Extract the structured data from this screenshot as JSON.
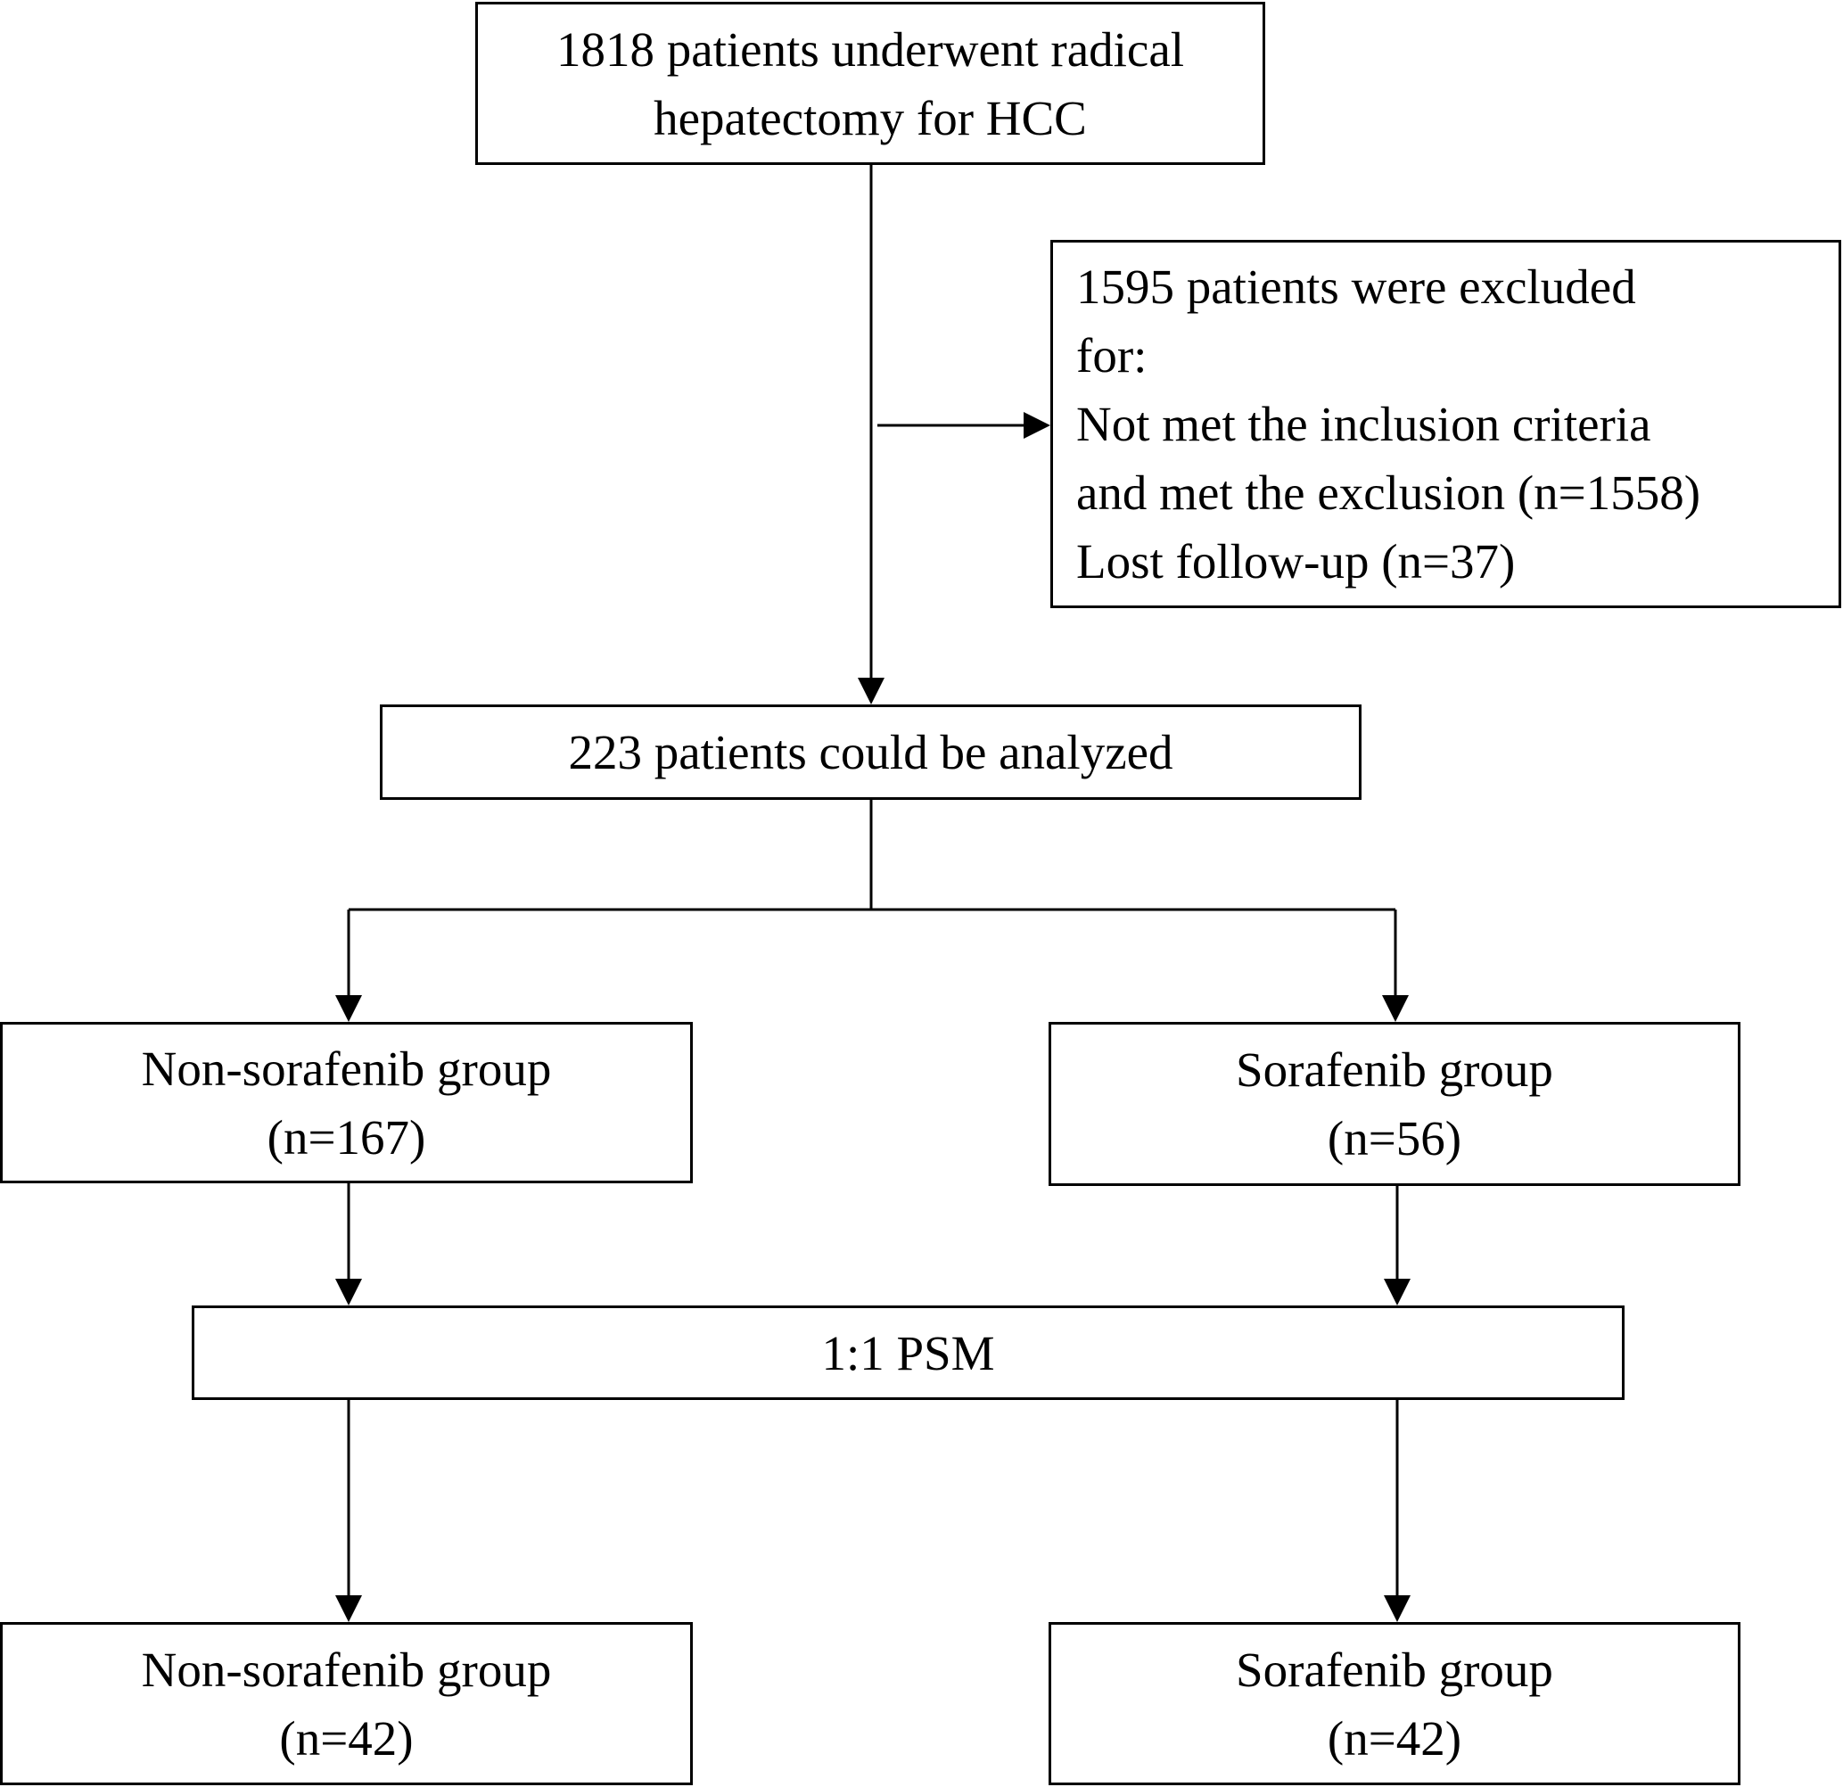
{
  "boxes": {
    "start": {
      "lines": [
        "1818 patients underwent radical",
        "hepatectomy for HCC"
      ]
    },
    "excluded": {
      "lines": [
        "1595 patients were excluded",
        "for:",
        "Not met the inclusion criteria",
        "and met the exclusion (n=1558)",
        "Lost follow-up (n=37)"
      ]
    },
    "analyzed": {
      "lines": [
        "223 patients could be analyzed"
      ]
    },
    "non_sorafenib_pre": {
      "lines": [
        "Non-sorafenib group",
        "(n=167)"
      ]
    },
    "sorafenib_pre": {
      "lines": [
        "Sorafenib group",
        "(n=56)"
      ]
    },
    "psm": {
      "lines": [
        "1:1 PSM"
      ]
    },
    "non_sorafenib_post": {
      "lines": [
        "Non-sorafenib group",
        "(n=42)"
      ]
    },
    "sorafenib_post": {
      "lines": [
        "Sorafenib group",
        "(n=42)"
      ]
    }
  },
  "colors": {
    "stroke": "#000000",
    "background": "#ffffff"
  }
}
